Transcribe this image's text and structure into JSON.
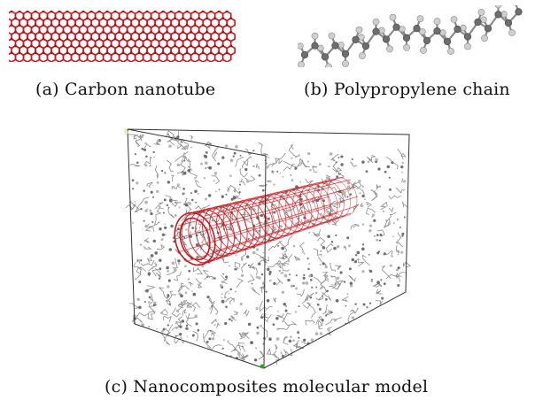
{
  "captions": {
    "a": "(a) Carbon nanotube",
    "b": "(b) Polypropylene chain",
    "c": "(c) Nanocomposites molecular model"
  },
  "colors": {
    "nanotube": "#c8161d",
    "polymer": "#7a7a7a",
    "hydrogen": "#cfcfcf",
    "box": "#333333",
    "axis_y": "#e0e040",
    "axis_z": "#22aa22"
  }
}
